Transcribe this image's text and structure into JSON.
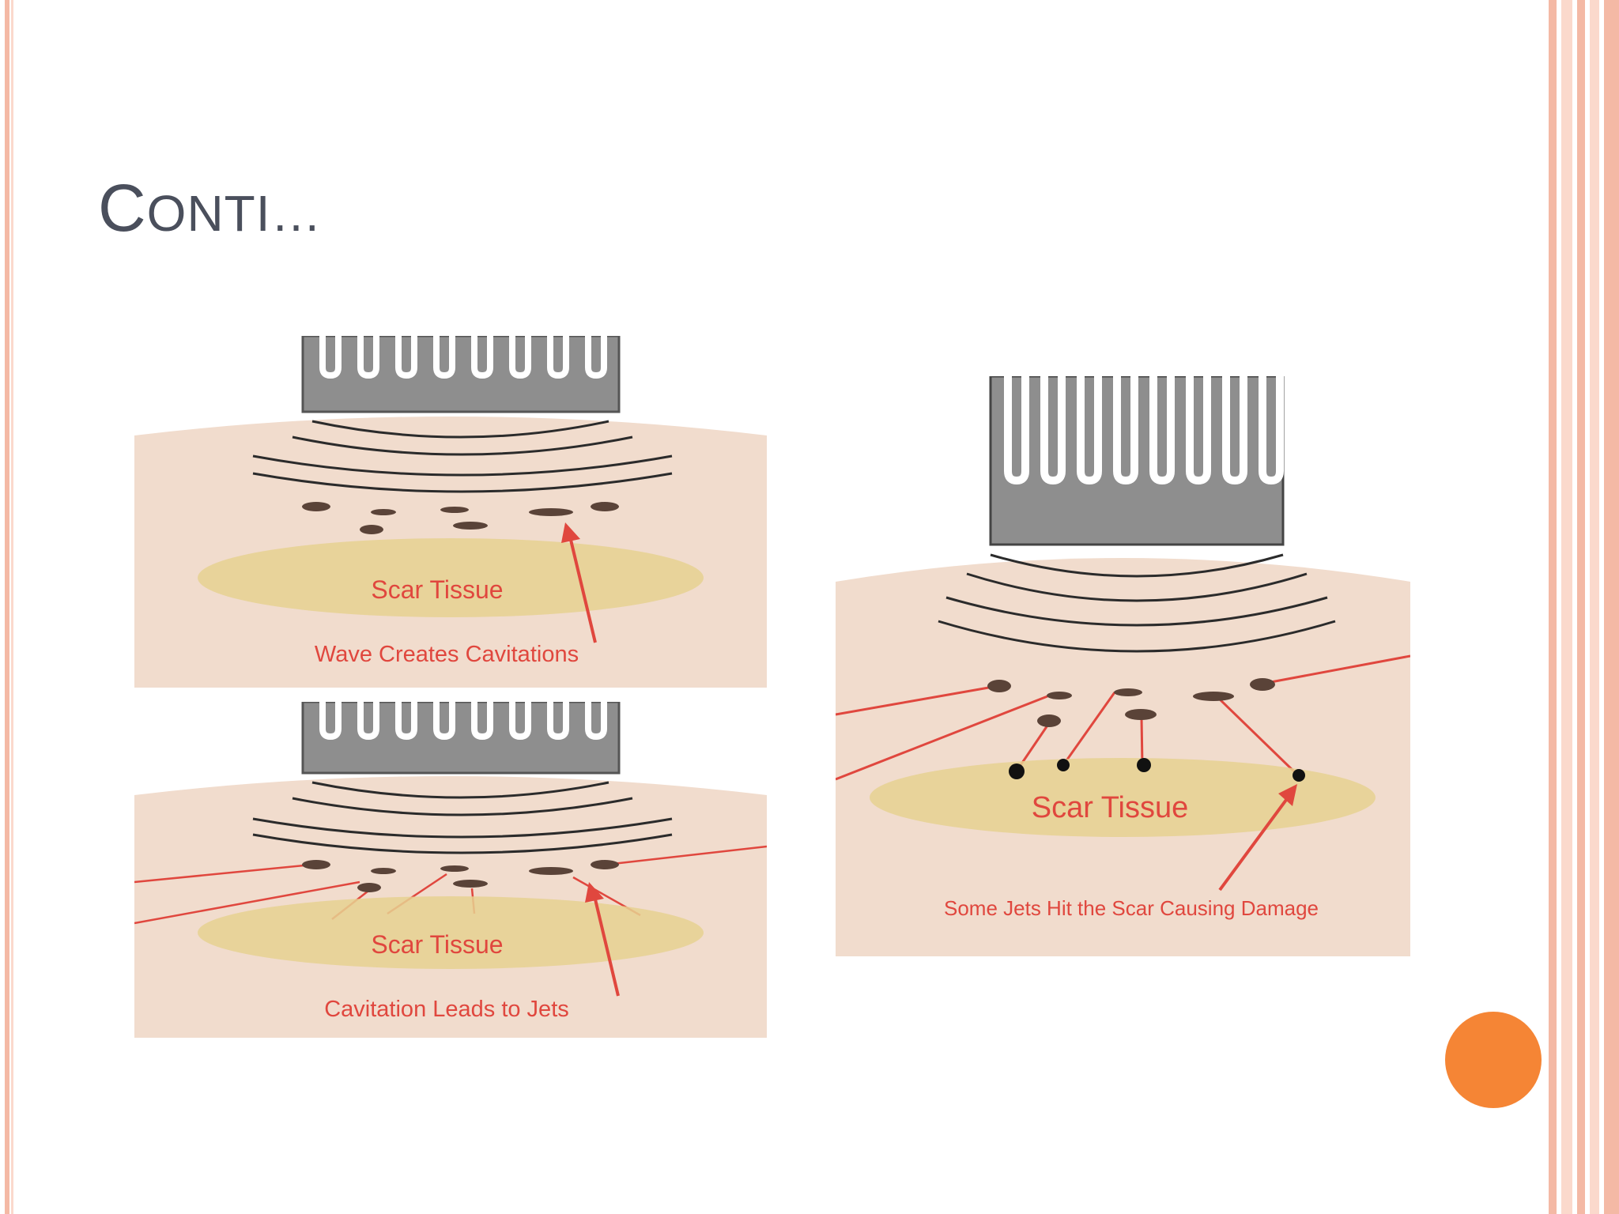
{
  "slide": {
    "title_first": "C",
    "title_rest": "ONTI…",
    "colors": {
      "frame": "#f4b9a5",
      "frame_light": "#fbd9cc",
      "title": "#4a4f5c",
      "accent_dot": "#f58535",
      "skin": "#f1dccd",
      "scar": "#e6d191",
      "label_red": "#e0473e",
      "probe": "#8e8e8e"
    }
  },
  "panels": {
    "top": {
      "scar_label": "Scar Tissue",
      "caption": "Wave Creates Cavitations"
    },
    "bottom": {
      "scar_label": "Scar Tissue",
      "caption": "Cavitation Leads to Jets"
    },
    "right": {
      "scar_label": "Scar Tissue",
      "caption": "Some Jets Hit the Scar Causing Damage"
    }
  }
}
